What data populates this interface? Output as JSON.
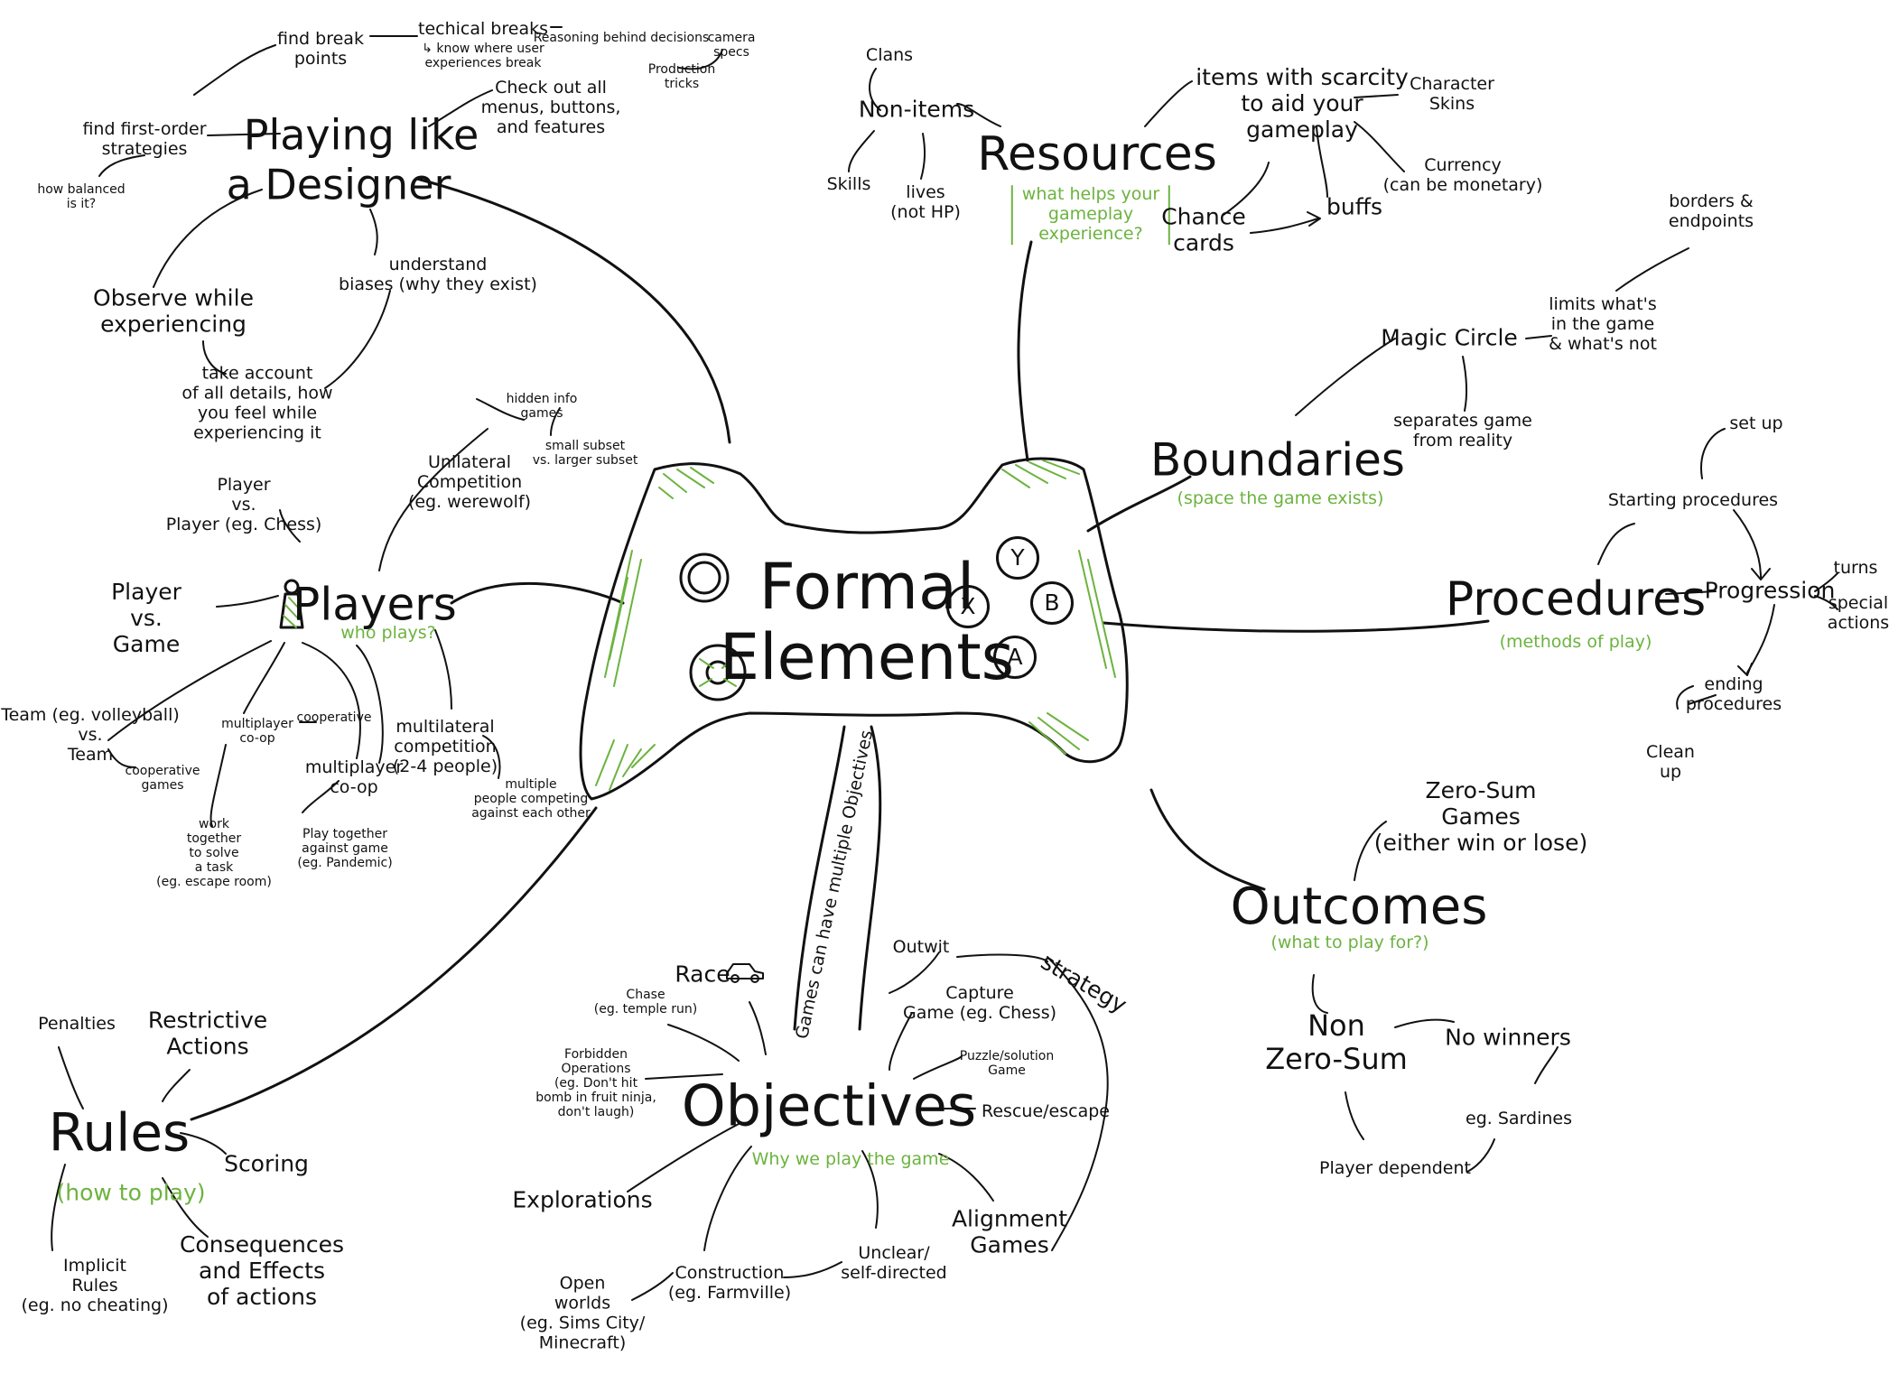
{
  "colors": {
    "ink": "#111111",
    "accent_green": "#6cb33f",
    "background": "#ffffff"
  },
  "center": {
    "title_line1": "Formal",
    "title_line2": "Elements",
    "icon": "game-controller-icon",
    "buttons": {
      "y": "Y",
      "x": "X",
      "b": "B",
      "a": "A"
    },
    "connector_note": "Games can have multiple Objectives"
  },
  "designer": {
    "title_line1": "Playing like",
    "title_line2": "a Designer",
    "find_break_points": "find break\npoints",
    "technical_breaks": "techical breaks",
    "know_where_breaks": "↳ know where user\nexperiences break",
    "reasoning": "Reasoning behind decisions",
    "camera_specs": "camera\nspecs",
    "production_tricks": "Production\ntricks",
    "check_menus": "Check out all\nmenus, buttons,\nand features",
    "first_order": "find first-order\nstrategies",
    "how_balanced": "how balanced\nis it?",
    "understand_biases": "understand\nbiases (why they exist)",
    "observe": "Observe while\nexperiencing",
    "take_account": "take account\nof all details, how\nyou feel while\nexperiencing it"
  },
  "players": {
    "title": "Players",
    "subtitle": "who plays?",
    "unilateral": "Unilateral\nCompetition\n(eg. werewolf)",
    "hidden_info": "hidden info\ngames",
    "small_subset": "small subset\nvs. larger subset",
    "player_vs_player": "Player\nvs.\nPlayer (eg. Chess)",
    "player_vs_game": "Player\nvs.\nGame",
    "team_vs_team": "Team (eg. volleyball)\nvs.\nTeam",
    "cooperative_games": "cooperative\ngames",
    "multiplayer_coop_small": "multiplayer\nco-op",
    "cooperative": "cooperative",
    "multiplayer_coop": "multiplayer\nco-op",
    "work_together": "work\ntogether\nto solve\na task\n(eg. escape room)",
    "play_together": "Play together\nagainst game\n(eg. Pandemic)",
    "multilateral": "multilateral\ncompetition\n(2-4 people)",
    "multiple_people": "multiple\npeople competing\nagainst each other"
  },
  "resources": {
    "title": "Resources",
    "subtitle": "what helps your\ngameplay\nexperience?",
    "clans": "Clans",
    "non_items": "Non-items",
    "skills": "Skills",
    "lives": "lives\n(not HP)",
    "items_scarcity": "items with scarcity\nto aid your\ngameplay",
    "character_skins": "Character\nSkins",
    "currency": "Currency\n(can be monetary)",
    "chance_cards": "Chance\ncards",
    "buffs": "buffs"
  },
  "boundaries": {
    "title": "Boundaries",
    "subtitle": "(space the game exists)",
    "magic_circle": "Magic Circle",
    "separates": "separates game\nfrom reality",
    "limits": "limits what's\nin the game\n& what's not",
    "borders": "borders &\nendpoints"
  },
  "procedures": {
    "title": "Procedures",
    "subtitle": "(methods of play)",
    "set_up": "set up",
    "starting": "Starting procedures",
    "progression": "Progression",
    "turns": "turns",
    "special_actions": "special\nactions",
    "ending": "ending\nprocedures",
    "clean_up": "Clean\nup"
  },
  "outcomes": {
    "title": "Outcomes",
    "subtitle": "(what to play for?)",
    "zero_sum": "Zero-Sum\nGames\n(either win or lose)",
    "non_zero_sum": "Non\nZero-Sum",
    "no_winners": "No winners",
    "sardines": "eg. Sardines",
    "player_dependent": "Player dependent"
  },
  "rules": {
    "title": "Rules",
    "subtitle": "(how to play)",
    "penalties": "Penalties",
    "restrictive": "Restrictive\nActions",
    "scoring": "Scoring",
    "implicit": "Implicit\nRules\n(eg. no cheating)",
    "consequences": "Consequences\nand Effects\nof actions"
  },
  "objectives": {
    "title": "Objectives",
    "subtitle": "Why we play the game",
    "race": "Race",
    "chase": "Chase\n(eg. temple run)",
    "forbidden": "Forbidden\nOperations\n(eg. Don't hit\nbomb in fruit ninja,\ndon't laugh)",
    "outwit": "Outwit",
    "strategy": "strategy",
    "capture": "Capture\nGame (eg. Chess)",
    "puzzle": "Puzzle/solution\nGame",
    "rescue": "Rescue/escape",
    "alignment": "Alignment\nGames",
    "explorations": "Explorations",
    "open_worlds": "Open\nworlds\n(eg. Sims City/\nMinecraft)",
    "construction": "Construction\n(eg. Farmville)",
    "unclear": "Unclear/\nself-directed"
  }
}
